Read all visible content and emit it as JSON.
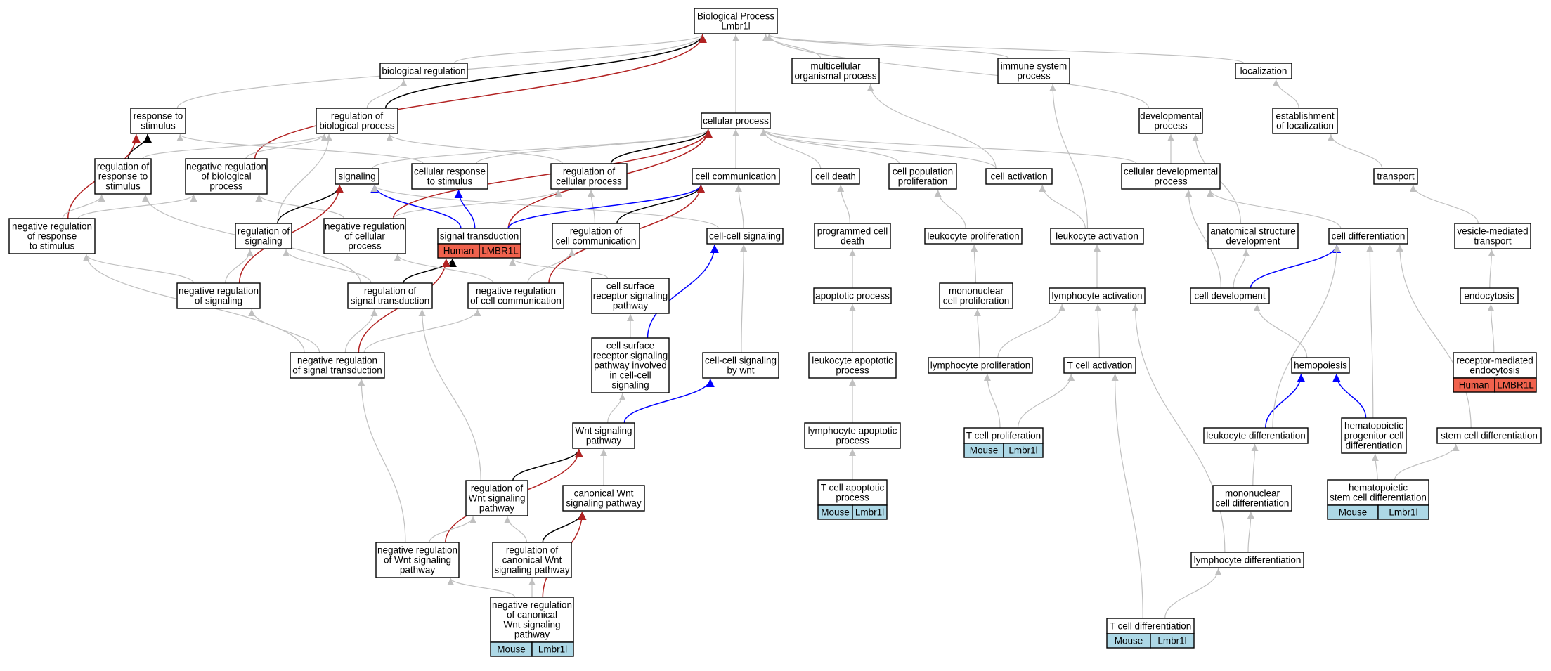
{
  "colors": {
    "gray_edge": "#c0c0c0",
    "black_edge": "#000000",
    "red_edge": "#b22222",
    "blue_edge": "#0000ff",
    "human_tag": "#f0624d",
    "mouse_tag": "#add8e6"
  },
  "nodes": [
    {
      "id": "bp",
      "lines": [
        "Biological Process",
        "Lmbr1l"
      ]
    },
    {
      "id": "bioreg",
      "lines": [
        "biological regulation"
      ]
    },
    {
      "id": "mop",
      "lines": [
        "multicellular",
        "organismal process"
      ]
    },
    {
      "id": "isp",
      "lines": [
        "immune system",
        "process"
      ]
    },
    {
      "id": "loc",
      "lines": [
        "localization"
      ]
    },
    {
      "id": "rts",
      "lines": [
        "response to",
        "stimulus"
      ]
    },
    {
      "id": "rbp",
      "lines": [
        "regulation of",
        "biological process"
      ]
    },
    {
      "id": "cp",
      "lines": [
        "cellular process"
      ]
    },
    {
      "id": "devp",
      "lines": [
        "developmental",
        "process"
      ]
    },
    {
      "id": "eol",
      "lines": [
        "establishment",
        "of localization"
      ]
    },
    {
      "id": "rrts",
      "lines": [
        "regulation of",
        "response to",
        "stimulus"
      ]
    },
    {
      "id": "nrbp",
      "lines": [
        "negative regulation",
        "of biological",
        "process"
      ]
    },
    {
      "id": "sig",
      "lines": [
        "signaling"
      ]
    },
    {
      "id": "crs",
      "lines": [
        "cellular response",
        "to stimulus"
      ]
    },
    {
      "id": "rcp",
      "lines": [
        "regulation of",
        "cellular process"
      ]
    },
    {
      "id": "cc",
      "lines": [
        "cell communication"
      ]
    },
    {
      "id": "cd",
      "lines": [
        "cell death"
      ]
    },
    {
      "id": "cpp",
      "lines": [
        "cell population",
        "proliferation"
      ]
    },
    {
      "id": "ca",
      "lines": [
        "cell activation"
      ]
    },
    {
      "id": "cdp",
      "lines": [
        "cellular developmental",
        "process"
      ]
    },
    {
      "id": "tra",
      "lines": [
        "transport"
      ]
    },
    {
      "id": "nrrs",
      "lines": [
        "negative regulation",
        "of response",
        "to stimulus"
      ]
    },
    {
      "id": "ros",
      "lines": [
        "regulation of",
        "signaling"
      ]
    },
    {
      "id": "st",
      "lines": [
        "signal transduction"
      ],
      "tag": {
        "species": "Human",
        "gene": "LMBR1L"
      }
    },
    {
      "id": "nrcp",
      "lines": [
        "negative regulation",
        "of cellular",
        "process"
      ]
    },
    {
      "id": "rocc",
      "lines": [
        "regulation of",
        "cell communication"
      ]
    },
    {
      "id": "ccs",
      "lines": [
        "cell-cell signaling"
      ]
    },
    {
      "id": "pcd",
      "lines": [
        "programmed cell",
        "death"
      ]
    },
    {
      "id": "lp",
      "lines": [
        "leukocyte proliferation"
      ]
    },
    {
      "id": "la",
      "lines": [
        "leukocyte activation"
      ]
    },
    {
      "id": "asd",
      "lines": [
        "anatomical structure",
        "development"
      ]
    },
    {
      "id": "cdiff",
      "lines": [
        "cell differentiation"
      ]
    },
    {
      "id": "vmt",
      "lines": [
        "vesicle-mediated",
        "transport"
      ]
    },
    {
      "id": "nros",
      "lines": [
        "negative regulation",
        "of signaling"
      ]
    },
    {
      "id": "rost",
      "lines": [
        "regulation of",
        "signal transduction"
      ]
    },
    {
      "id": "nrcc",
      "lines": [
        "negative regulation",
        "of cell communication"
      ]
    },
    {
      "id": "csrsp",
      "lines": [
        "cell surface",
        "receptor signaling",
        "pathway"
      ]
    },
    {
      "id": "ap",
      "lines": [
        "apoptotic process"
      ]
    },
    {
      "id": "mcp",
      "lines": [
        "mononuclear",
        "cell proliferation"
      ]
    },
    {
      "id": "lya",
      "lines": [
        "lymphocyte activation"
      ]
    },
    {
      "id": "cdev",
      "lines": [
        "cell development"
      ]
    },
    {
      "id": "endo",
      "lines": [
        "endocytosis"
      ]
    },
    {
      "id": "nrst",
      "lines": [
        "negative regulation",
        "of signal transduction"
      ]
    },
    {
      "id": "csrspi",
      "lines": [
        "cell surface",
        "receptor signaling",
        "pathway involved",
        "in cell-cell",
        "signaling"
      ]
    },
    {
      "id": "ccsw",
      "lines": [
        "cell-cell signaling",
        "by wnt"
      ]
    },
    {
      "id": "lap",
      "lines": [
        "leukocyte apoptotic",
        "process"
      ]
    },
    {
      "id": "lyp",
      "lines": [
        "lymphocyte proliferation"
      ]
    },
    {
      "id": "tca",
      "lines": [
        "T cell activation"
      ]
    },
    {
      "id": "hemo",
      "lines": [
        "hemopoiesis"
      ]
    },
    {
      "id": "rme",
      "lines": [
        "receptor-mediated",
        "endocytosis"
      ],
      "tag": {
        "species": "Human",
        "gene": "LMBR1L"
      }
    },
    {
      "id": "wsp",
      "lines": [
        "Wnt signaling",
        "pathway"
      ]
    },
    {
      "id": "lyap",
      "lines": [
        "lymphocyte apoptotic",
        "process"
      ]
    },
    {
      "id": "tcp",
      "lines": [
        "T cell proliferation"
      ],
      "tag": {
        "species": "Mouse",
        "gene": "Lmbr1l"
      }
    },
    {
      "id": "ld",
      "lines": [
        "leukocyte differentiation"
      ]
    },
    {
      "id": "hpcd",
      "lines": [
        "hematopoietic",
        "progenitor cell",
        "differentiation"
      ]
    },
    {
      "id": "scd",
      "lines": [
        "stem cell differentiation"
      ]
    },
    {
      "id": "rwsp",
      "lines": [
        "regulation of",
        "Wnt signaling",
        "pathway"
      ]
    },
    {
      "id": "cwsp",
      "lines": [
        "canonical Wnt",
        "signaling pathway"
      ]
    },
    {
      "id": "tcap",
      "lines": [
        "T cell apoptotic",
        "process"
      ],
      "tag": {
        "species": "Mouse",
        "gene": "Lmbr1l"
      }
    },
    {
      "id": "mcd",
      "lines": [
        "mononuclear",
        "cell differentiation"
      ]
    },
    {
      "id": "hscd",
      "lines": [
        "hematopoietic",
        "stem cell differentiation"
      ],
      "tag": {
        "species": "Mouse",
        "gene": "Lmbr1l"
      }
    },
    {
      "id": "nrwsp",
      "lines": [
        "negative regulation",
        "of Wnt signaling",
        "pathway"
      ]
    },
    {
      "id": "rcwsp",
      "lines": [
        "regulation of",
        "canonical Wnt",
        "signaling pathway"
      ]
    },
    {
      "id": "lyd",
      "lines": [
        "lymphocyte differentiation"
      ]
    },
    {
      "id": "nrcwsp",
      "lines": [
        "negative regulation",
        "of canonical",
        "Wnt signaling",
        "pathway"
      ],
      "tag": {
        "species": "Mouse",
        "gene": "Lmbr1l"
      }
    },
    {
      "id": "tcd",
      "lines": [
        "T cell differentiation"
      ],
      "tag": {
        "species": "Mouse",
        "gene": "Lmbr1l"
      }
    }
  ],
  "edges": [
    {
      "from": "bioreg",
      "to": "bp",
      "kind": "gray"
    },
    {
      "from": "mop",
      "to": "bp",
      "kind": "gray"
    },
    {
      "from": "isp",
      "to": "bp",
      "kind": "gray"
    },
    {
      "from": "loc",
      "to": "bp",
      "kind": "gray"
    },
    {
      "from": "rts",
      "to": "bp",
      "kind": "gray"
    },
    {
      "from": "cp",
      "to": "bp",
      "kind": "gray"
    },
    {
      "from": "devp",
      "to": "bp",
      "kind": "gray"
    },
    {
      "from": "rbp",
      "to": "bp",
      "kind": "black"
    },
    {
      "from": "nrbp",
      "to": "bp",
      "kind": "red"
    },
    {
      "from": "rbp",
      "to": "bioreg",
      "kind": "gray"
    },
    {
      "from": "eol",
      "to": "loc",
      "kind": "gray"
    },
    {
      "from": "tra",
      "to": "eol",
      "kind": "gray"
    },
    {
      "from": "vmt",
      "to": "tra",
      "kind": "gray"
    },
    {
      "from": "endo",
      "to": "vmt",
      "kind": "gray"
    },
    {
      "from": "rme",
      "to": "endo",
      "kind": "gray"
    },
    {
      "from": "rrts",
      "to": "rts",
      "kind": "black"
    },
    {
      "from": "nrrs",
      "to": "rts",
      "kind": "red"
    },
    {
      "from": "rrts",
      "to": "rbp",
      "kind": "gray"
    },
    {
      "from": "nrbp",
      "to": "rbp",
      "kind": "gray"
    },
    {
      "from": "rcp",
      "to": "rbp",
      "kind": "gray"
    },
    {
      "from": "ros",
      "to": "rbp",
      "kind": "gray"
    },
    {
      "from": "crs",
      "to": "rts",
      "kind": "gray"
    },
    {
      "from": "nrrs",
      "to": "rrts",
      "kind": "gray"
    },
    {
      "from": "nrrs",
      "to": "nrbp",
      "kind": "gray"
    },
    {
      "from": "nrcp",
      "to": "nrbp",
      "kind": "gray"
    },
    {
      "from": "sig",
      "to": "cp",
      "kind": "gray"
    },
    {
      "from": "crs",
      "to": "cp",
      "kind": "gray"
    },
    {
      "from": "rcp",
      "to": "cp",
      "kind": "black"
    },
    {
      "from": "cc",
      "to": "cp",
      "kind": "gray"
    },
    {
      "from": "cd",
      "to": "cp",
      "kind": "gray"
    },
    {
      "from": "cpp",
      "to": "cp",
      "kind": "gray"
    },
    {
      "from": "ca",
      "to": "cp",
      "kind": "gray"
    },
    {
      "from": "cdp",
      "to": "cp",
      "kind": "gray"
    },
    {
      "from": "nrcp",
      "to": "cp",
      "kind": "red"
    },
    {
      "from": "st",
      "to": "cp",
      "kind": "red"
    },
    {
      "from": "nrcp",
      "to": "rcp",
      "kind": "gray"
    },
    {
      "from": "rocc",
      "to": "rcp",
      "kind": "gray"
    },
    {
      "from": "ros",
      "to": "sig",
      "kind": "black"
    },
    {
      "from": "nros",
      "to": "sig",
      "kind": "red"
    },
    {
      "from": "st",
      "to": "sig",
      "kind": "blue"
    },
    {
      "from": "st",
      "to": "crs",
      "kind": "blue"
    },
    {
      "from": "st",
      "to": "cc",
      "kind": "blue"
    },
    {
      "from": "ccs",
      "to": "sig",
      "kind": "gray"
    },
    {
      "from": "ccs",
      "to": "cc",
      "kind": "gray"
    },
    {
      "from": "rocc",
      "to": "cc",
      "kind": "black"
    },
    {
      "from": "nrcc",
      "to": "cc",
      "kind": "red"
    },
    {
      "from": "nros",
      "to": "ros",
      "kind": "gray"
    },
    {
      "from": "rost",
      "to": "ros",
      "kind": "gray"
    },
    {
      "from": "nros",
      "to": "nrrs",
      "kind": "gray"
    },
    {
      "from": "rost",
      "to": "rrts",
      "kind": "gray"
    },
    {
      "from": "rost",
      "to": "st",
      "kind": "black"
    },
    {
      "from": "nrst",
      "to": "st",
      "kind": "red"
    },
    {
      "from": "nrcc",
      "to": "rocc",
      "kind": "gray"
    },
    {
      "from": "nrcc",
      "to": "nrcp",
      "kind": "gray"
    },
    {
      "from": "csrsp",
      "to": "st",
      "kind": "gray"
    },
    {
      "from": "nrst",
      "to": "rost",
      "kind": "gray"
    },
    {
      "from": "nrst",
      "to": "nros",
      "kind": "gray"
    },
    {
      "from": "nrst",
      "to": "nrcc",
      "kind": "gray"
    },
    {
      "from": "nrst",
      "to": "nrrs",
      "kind": "gray"
    },
    {
      "from": "csrspi",
      "to": "csrsp",
      "kind": "gray"
    },
    {
      "from": "csrspi",
      "to": "ccs",
      "kind": "blue"
    },
    {
      "from": "ccsw",
      "to": "ccs",
      "kind": "gray"
    },
    {
      "from": "wsp",
      "to": "csrspi",
      "kind": "gray"
    },
    {
      "from": "wsp",
      "to": "ccsw",
      "kind": "blue"
    },
    {
      "from": "cwsp",
      "to": "wsp",
      "kind": "gray"
    },
    {
      "from": "rwsp",
      "to": "wsp",
      "kind": "black"
    },
    {
      "from": "nrwsp",
      "to": "wsp",
      "kind": "red"
    },
    {
      "from": "rwsp",
      "to": "rost",
      "kind": "gray"
    },
    {
      "from": "nrwsp",
      "to": "rwsp",
      "kind": "gray"
    },
    {
      "from": "nrwsp",
      "to": "nrst",
      "kind": "gray"
    },
    {
      "from": "rcwsp",
      "to": "rwsp",
      "kind": "gray"
    },
    {
      "from": "rcwsp",
      "to": "cwsp",
      "kind": "black"
    },
    {
      "from": "nrcwsp",
      "to": "rcwsp",
      "kind": "gray"
    },
    {
      "from": "nrcwsp",
      "to": "nrwsp",
      "kind": "gray"
    },
    {
      "from": "nrcwsp",
      "to": "cwsp",
      "kind": "red"
    },
    {
      "from": "pcd",
      "to": "cd",
      "kind": "gray"
    },
    {
      "from": "ap",
      "to": "pcd",
      "kind": "gray"
    },
    {
      "from": "lap",
      "to": "ap",
      "kind": "gray"
    },
    {
      "from": "lyap",
      "to": "lap",
      "kind": "gray"
    },
    {
      "from": "tcap",
      "to": "lyap",
      "kind": "gray"
    },
    {
      "from": "lp",
      "to": "cpp",
      "kind": "gray"
    },
    {
      "from": "mcp",
      "to": "lp",
      "kind": "gray"
    },
    {
      "from": "lyp",
      "to": "mcp",
      "kind": "gray"
    },
    {
      "from": "lyp",
      "to": "lya",
      "kind": "gray"
    },
    {
      "from": "tcp",
      "to": "lyp",
      "kind": "gray"
    },
    {
      "from": "tcp",
      "to": "tca",
      "kind": "gray"
    },
    {
      "from": "la",
      "to": "ca",
      "kind": "gray"
    },
    {
      "from": "la",
      "to": "isp",
      "kind": "gray"
    },
    {
      "from": "lya",
      "to": "la",
      "kind": "gray"
    },
    {
      "from": "tca",
      "to": "lya",
      "kind": "gray"
    },
    {
      "from": "tcd",
      "to": "tca",
      "kind": "gray"
    },
    {
      "from": "tcd",
      "to": "lyd",
      "kind": "gray"
    },
    {
      "from": "lyd",
      "to": "lya",
      "kind": "gray"
    },
    {
      "from": "lyd",
      "to": "mcd",
      "kind": "gray"
    },
    {
      "from": "mcd",
      "to": "ld",
      "kind": "gray"
    },
    {
      "from": "ca",
      "to": "mop",
      "kind": "gray"
    },
    {
      "from": "cdp",
      "to": "devp",
      "kind": "gray"
    },
    {
      "from": "asd",
      "to": "devp",
      "kind": "gray"
    },
    {
      "from": "cdiff",
      "to": "cdp",
      "kind": "gray"
    },
    {
      "from": "cdev",
      "to": "cdp",
      "kind": "gray"
    },
    {
      "from": "cdev",
      "to": "asd",
      "kind": "gray"
    },
    {
      "from": "cdev",
      "to": "cdiff",
      "kind": "blue"
    },
    {
      "from": "hemo",
      "to": "cdev",
      "kind": "gray"
    },
    {
      "from": "ld",
      "to": "hemo",
      "kind": "blue"
    },
    {
      "from": "hpcd",
      "to": "hemo",
      "kind": "blue"
    },
    {
      "from": "ld",
      "to": "cdiff",
      "kind": "gray"
    },
    {
      "from": "hpcd",
      "to": "cdiff",
      "kind": "gray"
    },
    {
      "from": "scd",
      "to": "cdiff",
      "kind": "gray"
    },
    {
      "from": "hscd",
      "to": "hpcd",
      "kind": "gray"
    },
    {
      "from": "hscd",
      "to": "scd",
      "kind": "gray"
    }
  ]
}
